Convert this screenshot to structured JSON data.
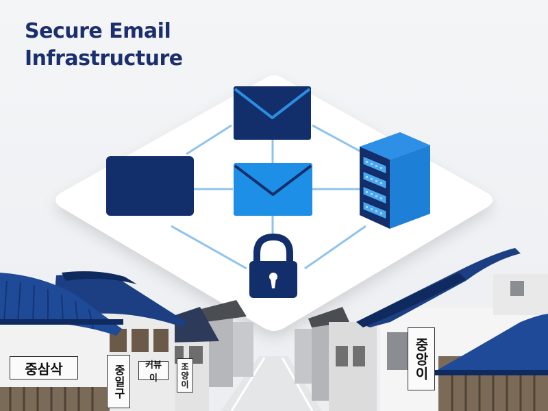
{
  "title": {
    "line1": "Secure Email",
    "line2": "Infrastructure"
  },
  "signs": {
    "left_main": "중삼삭",
    "left_vertical": "중일구",
    "left_small_1": "커뷰이",
    "left_small_2": "조양이",
    "right_vertical": "중앙이"
  },
  "colors": {
    "navy": "#132f6b",
    "bright_blue": "#1e8fe6",
    "line_blue": "#8fc3ec",
    "roof_blue": "#1f4a97"
  },
  "icons": [
    "envelope-icon",
    "monitor-icon",
    "server-icon",
    "padlock-icon"
  ]
}
